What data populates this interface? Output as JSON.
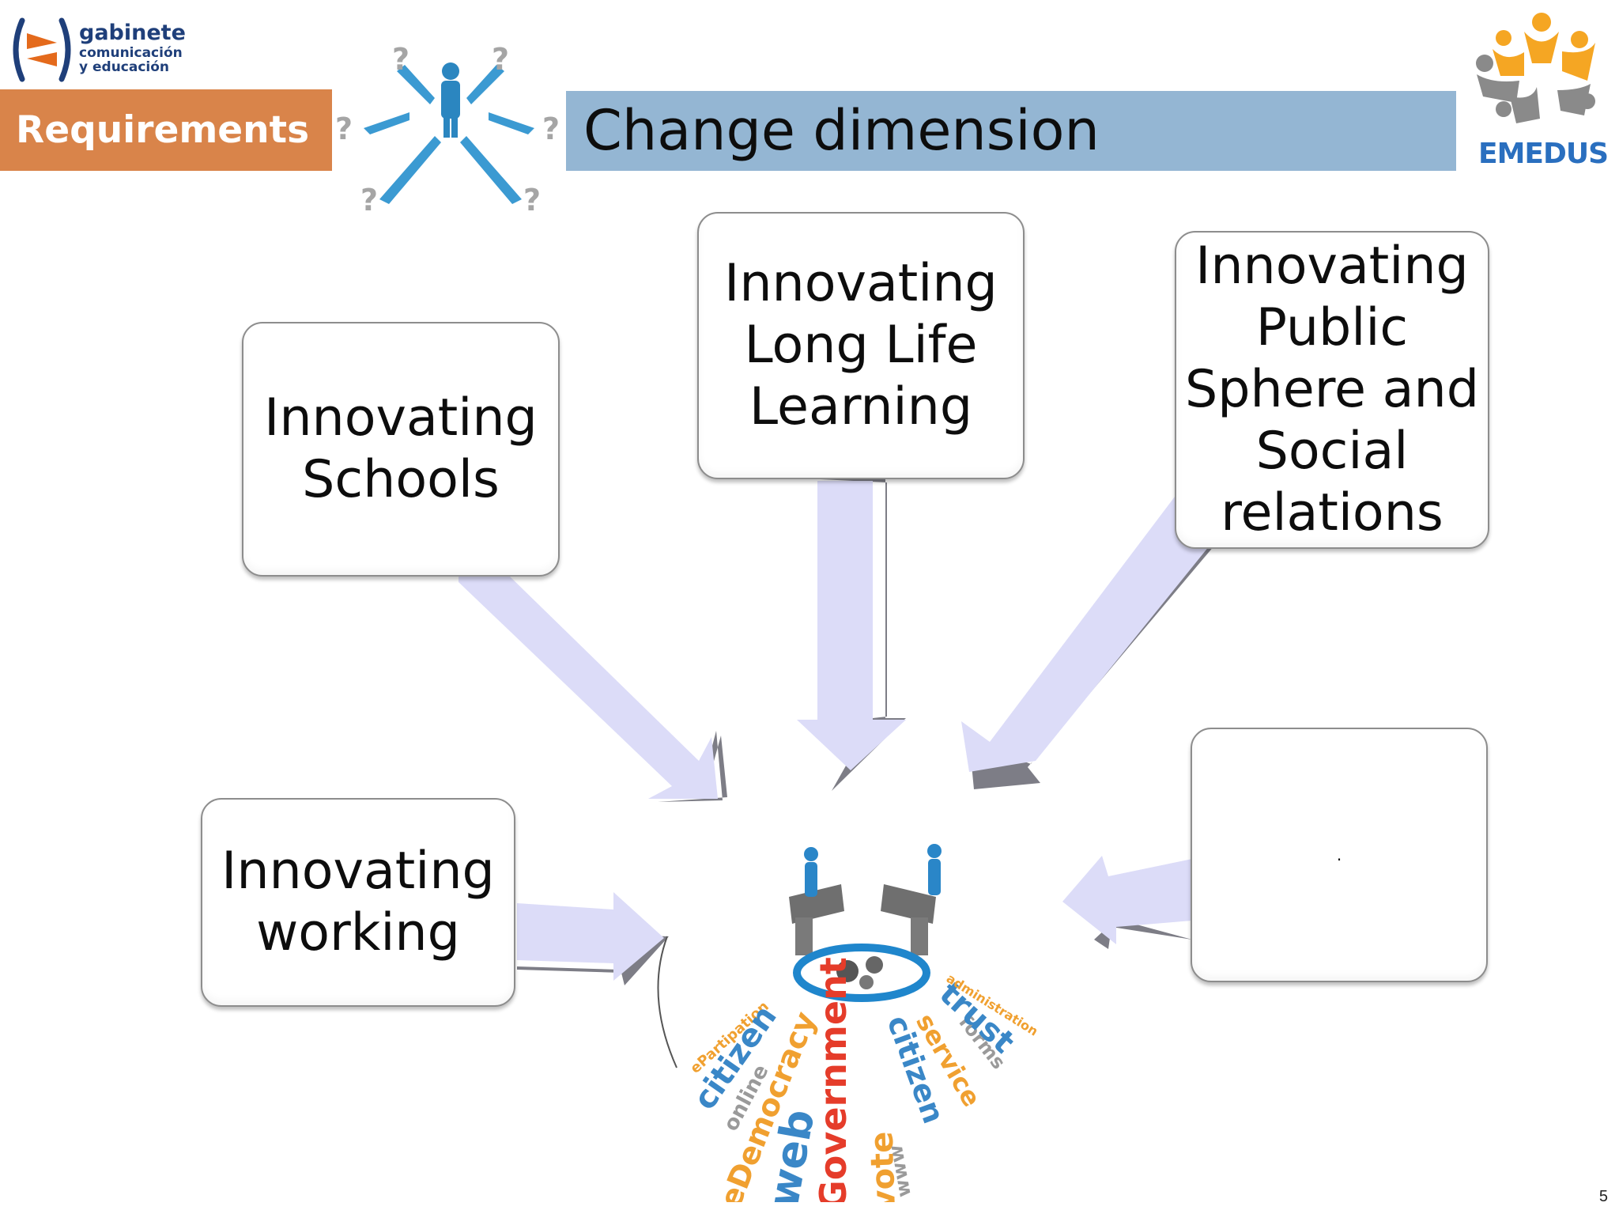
{
  "header": {
    "section_label": "Requirements",
    "title": "Change dimension",
    "logo_left": {
      "line1": "gabinete",
      "line2": "comunicación",
      "line3": "y educación",
      "icon": "parenthesis-arrows-icon"
    },
    "logo_right": {
      "name": "EMEDUS",
      "icon": "people-circle-icon"
    }
  },
  "boxes": {
    "schools": "Innovating\nSchools",
    "long_life": "Innovating\nLong Life\nLearning",
    "public_sphere": "Innovating\nPublic\nSphere and\nSocial\nrelations",
    "working": "Innovating\nworking",
    "empty": "."
  },
  "center_words": [
    "ePartipation",
    "citizen",
    "online",
    "eDemocracy",
    "web",
    "Government",
    "vote",
    "www",
    "citizen",
    "service",
    "forms",
    "trust",
    "administration"
  ],
  "page_number": "5",
  "colors": {
    "orange": "#d9844a",
    "title_blue": "#94b6d3",
    "arrow_fill": "#dcdcf8",
    "arrow_shadow": "#7d7d86"
  }
}
